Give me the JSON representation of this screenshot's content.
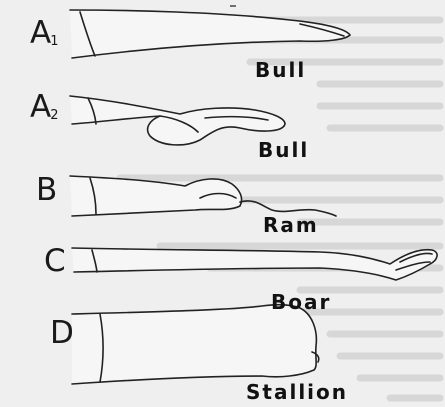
{
  "panels": [
    {
      "letter": "A",
      "sub": "1",
      "species": "Bull"
    },
    {
      "letter": "A",
      "sub": "2",
      "species": "Bull"
    },
    {
      "letter": "B",
      "sub": "",
      "species": "Ram"
    },
    {
      "letter": "C",
      "sub": "",
      "species": "Boar"
    },
    {
      "letter": "D",
      "sub": "",
      "species": "Stallion"
    }
  ]
}
